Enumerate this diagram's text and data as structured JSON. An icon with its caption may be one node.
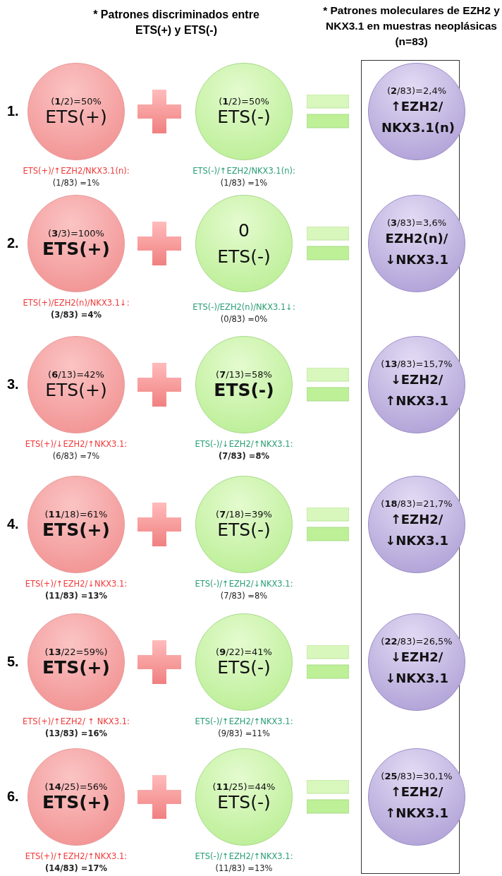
{
  "diagram": {
    "nodes": [
      {
        "text": [],
        "shape": "box"
      },
      {
        "text": [
          "(**1**/2)=50%",
          "ETS(+)"
        ],
        "beside": [
          "ETS(+)/↑EZH2/NKX3.1(n):",
          "(1/83) =1%"
        ]
      },
      {
        "text": [
          "(**1**/2)=50%",
          "ETS(-)"
        ],
        "beside": [
          "ETS(-)/↑EZH2/NKX3.1(n):",
          "(1/83) =1%"
        ]
      },
      {
        "text": [
          "(**2**/83)=2,4%",
          "↑EZH2/ NKX3.1(n)"
        ],
        "in": 0
      },
      {
        "text": [
          "(**3**/3)=100%",
          "ETS(+)"
        ],
        "beside": [
          "ETS(+)/EZH2(n)/NKX3.1↓:",
          "(3/83) =4%"
        ]
      },
      {
        "text": [
          "0",
          "ETS(-)"
        ],
        "beside": [
          "ETS(-)/EZH2(n)/NKX3.1↓:",
          "(0/83) =0%"
        ]
      },
      {
        "text": [
          "(**3**/83)=3,6%",
          "EZH2(n)/ ↓NKX3.1"
        ],
        "in": 0
      },
      {
        "text": [
          "(**6**/13)=42%",
          "ETS(+)"
        ],
        "beside": [
          "ETS(+)/↓EZH2/↑NKX3.1:",
          "(6/83) =7%"
        ]
      },
      {
        "text": [
          "(**7**/13)=58%",
          "ETS(-)"
        ],
        "beside": [
          "ETS(-)/↓EZH2/↑NKX3.1:",
          "(7/83) =8%"
        ]
      },
      {
        "text": [
          "(**13**/83)=15,7%",
          "↓EZH2/ ↑NKX3.1"
        ],
        "in": 0
      },
      {
        "text": [
          "(**11**/18)=61%",
          "ETS(+)"
        ],
        "beside": [
          "ETS(+)/↑EZH2/↓NKX3.1:",
          "(11/83) =13%"
        ]
      },
      {
        "text": [
          "(**7**/18)=39%",
          "ETS(-)"
        ],
        "beside": [
          "ETS(-)/↑EZH2/↓NKX3.1:",
          "(7/83) =8%"
        ]
      },
      {
        "text": [
          "(**18**/83)=21,7%",
          "↑EZH2/ ↓NKX3.1"
        ],
        "in": 0
      },
      {
        "text": [
          "(**13**/22=59%)",
          "ETS(+)"
        ],
        "beside": [
          "ETS(+)/↑EZH2/ ↑ NKX3.1:",
          "(13/83) =16%"
        ]
      },
      {
        "text": [
          "(**9**/22)=41%",
          "ETS(-)"
        ],
        "beside": [
          "ETS(-)/↑EZH2/↑NKX3.1:",
          "(9/83) =11%"
        ]
      },
      {
        "text": [
          "(**22**/83)=26,5%",
          "↓EZH2/ ↓NKX3.1"
        ],
        "in": 0
      },
      {
        "text": [
          "(**14**/25)=56%",
          "ETS(+)"
        ],
        "beside": [
          "ETS(+)/↑EZH2/↑NKX3.1:",
          "(14/83) =17%"
        ]
      },
      {
        "text": [
          "(**11**/25)=44%",
          "ETS(-)"
        ],
        "beside": [
          "ETS(-)/↑EZH2/↑NKX3.1:",
          "(11/83) =13%"
        ]
      },
      {
        "text": [
          "(**25**/83)=30,1%",
          "↑EZH2/ ↑NKX3.1"
        ],
        "in": 0
      }
    ],
    "labels": [
      "* Patrones discriminados entre ETS(+) y ETS(-)",
      "* Patrones moleculares de EZH2 y NKX3.1 en muestras neoplásicas (n=83)",
      "1.",
      "2.",
      "3.",
      "4.",
      "5.",
      "6."
    ]
  }
}
